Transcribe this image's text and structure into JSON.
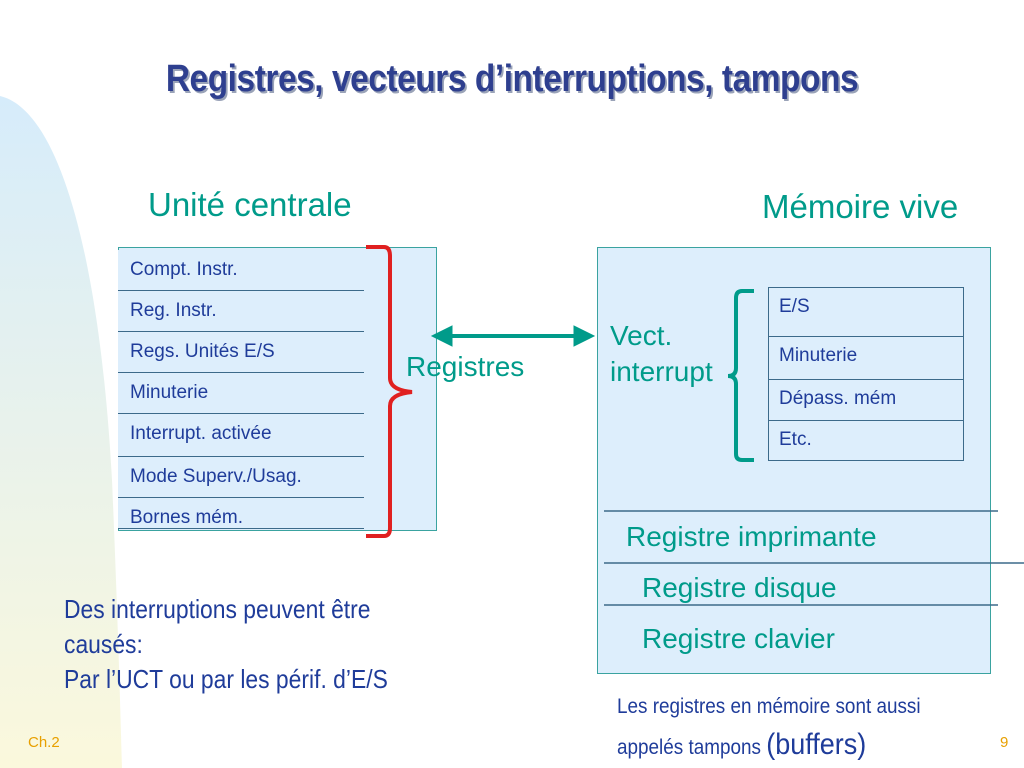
{
  "title": "Registres, vecteurs d’interruptions, tampons",
  "cpu": {
    "heading": "Unité centrale",
    "registers": [
      "Compt. Instr.",
      "Reg. Instr.",
      "Regs. Unités E/S",
      "Minuterie",
      "Interrupt. activée",
      "Mode Superv./Usag.",
      "Bornes mém."
    ],
    "bracket_label": "Registres"
  },
  "memory": {
    "heading": "Mémoire vive",
    "vector_label": "Vect. interrupt",
    "vector_entries": [
      "E/S",
      "Minuterie",
      "Dépass. mém",
      "Etc."
    ],
    "buffers": [
      "Registre imprimante",
      "Registre disque",
      "Registre clavier"
    ],
    "note_prefix": "Les registres en mémoire sont aussi appelés tampons",
    "note_suffix": "(buffers)"
  },
  "interrupts_note": {
    "line1": "Des interruptions peuvent être",
    "line2": "causés:",
    "line3": "Par l’UCT ou par les périf. d’E/S"
  },
  "footer": {
    "chapter": "Ch.2",
    "page": "9"
  },
  "colors": {
    "title": "#2e3f8f",
    "teal": "#009b8a",
    "panel": "#ddeefc",
    "bracket_red": "#e02020",
    "text_blue": "#1f3c9a",
    "footer_orange": "#e8a000"
  }
}
